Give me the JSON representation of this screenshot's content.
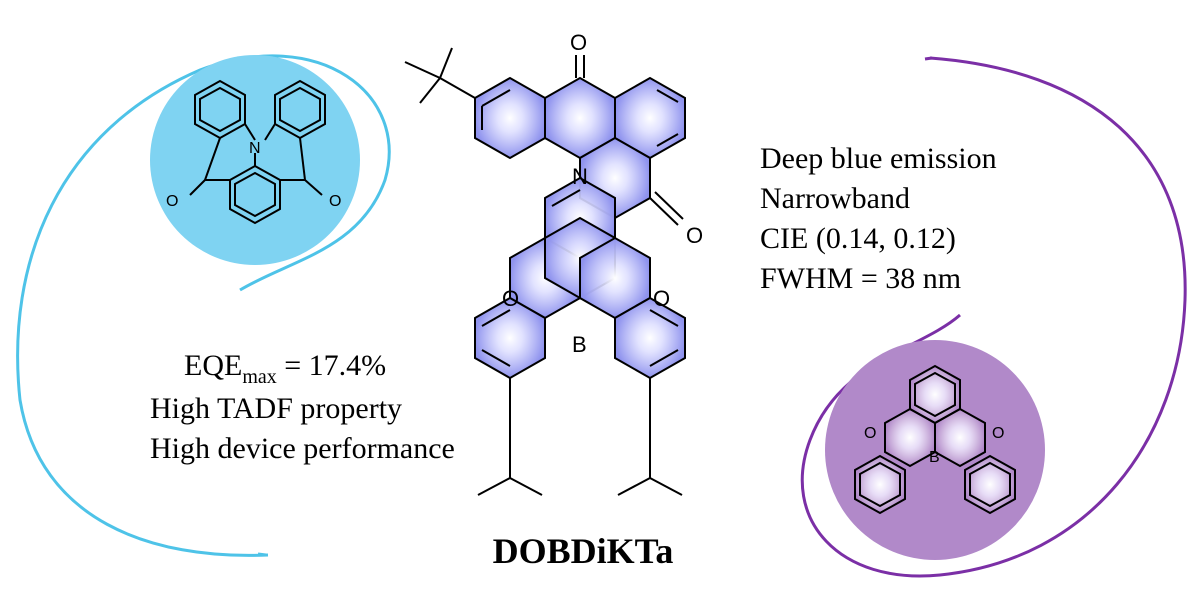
{
  "compound_name": "DOBDiKTa",
  "left_properties": {
    "eqe_prefix": "EQE",
    "eqe_subscript": "max",
    "eqe_value": " = 17.4%",
    "line2": "High TADF property",
    "line3": "High device performance"
  },
  "right_properties": {
    "line1": "Deep blue emission",
    "line2": "Narrowband",
    "line3": "CIE (0.14, 0.12)",
    "line4": "FWHM = 38 nm"
  },
  "atoms": {
    "nitrogen": "N",
    "oxygen": "O",
    "boron": "B"
  },
  "colors": {
    "left_arc": "#4ec3e8",
    "left_circle": "#7fd3f2",
    "right_arc": "#7b2fa6",
    "right_circle": "#b189c9",
    "ring_fill": "#8f93ee",
    "ring_glow": "#ffffff"
  }
}
